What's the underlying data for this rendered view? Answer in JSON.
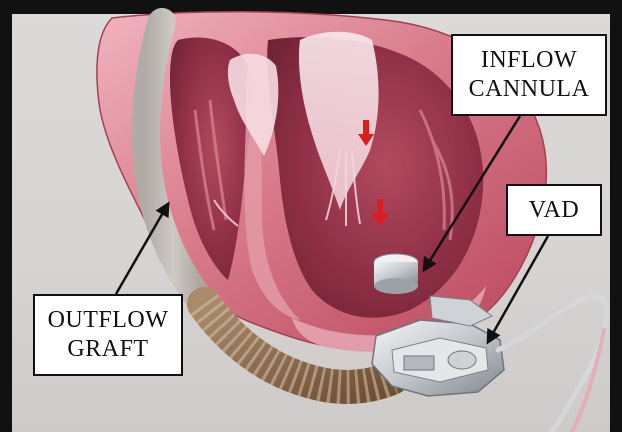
{
  "labels": {
    "inflow": {
      "line1": "INFLOW",
      "line2": "CANNULA"
    },
    "vad": {
      "text": "VAD"
    },
    "outflow": {
      "line1": "OUTFLOW",
      "line2": "GRAFT"
    }
  },
  "colors": {
    "background": "#dcd9d9",
    "frame": "#111111",
    "heart_outer": "#d87a8a",
    "heart_inner": "#c24c66",
    "heart_highlight": "#f0b7c0",
    "graft_tube": "#e8e6e2",
    "graft_corrugated": "#8b6a4c",
    "device_metal": "#c9ccd0",
    "flow_arrow": "#d81e1e"
  },
  "icons": {
    "flow_arrows": "red-arrow-icon"
  }
}
